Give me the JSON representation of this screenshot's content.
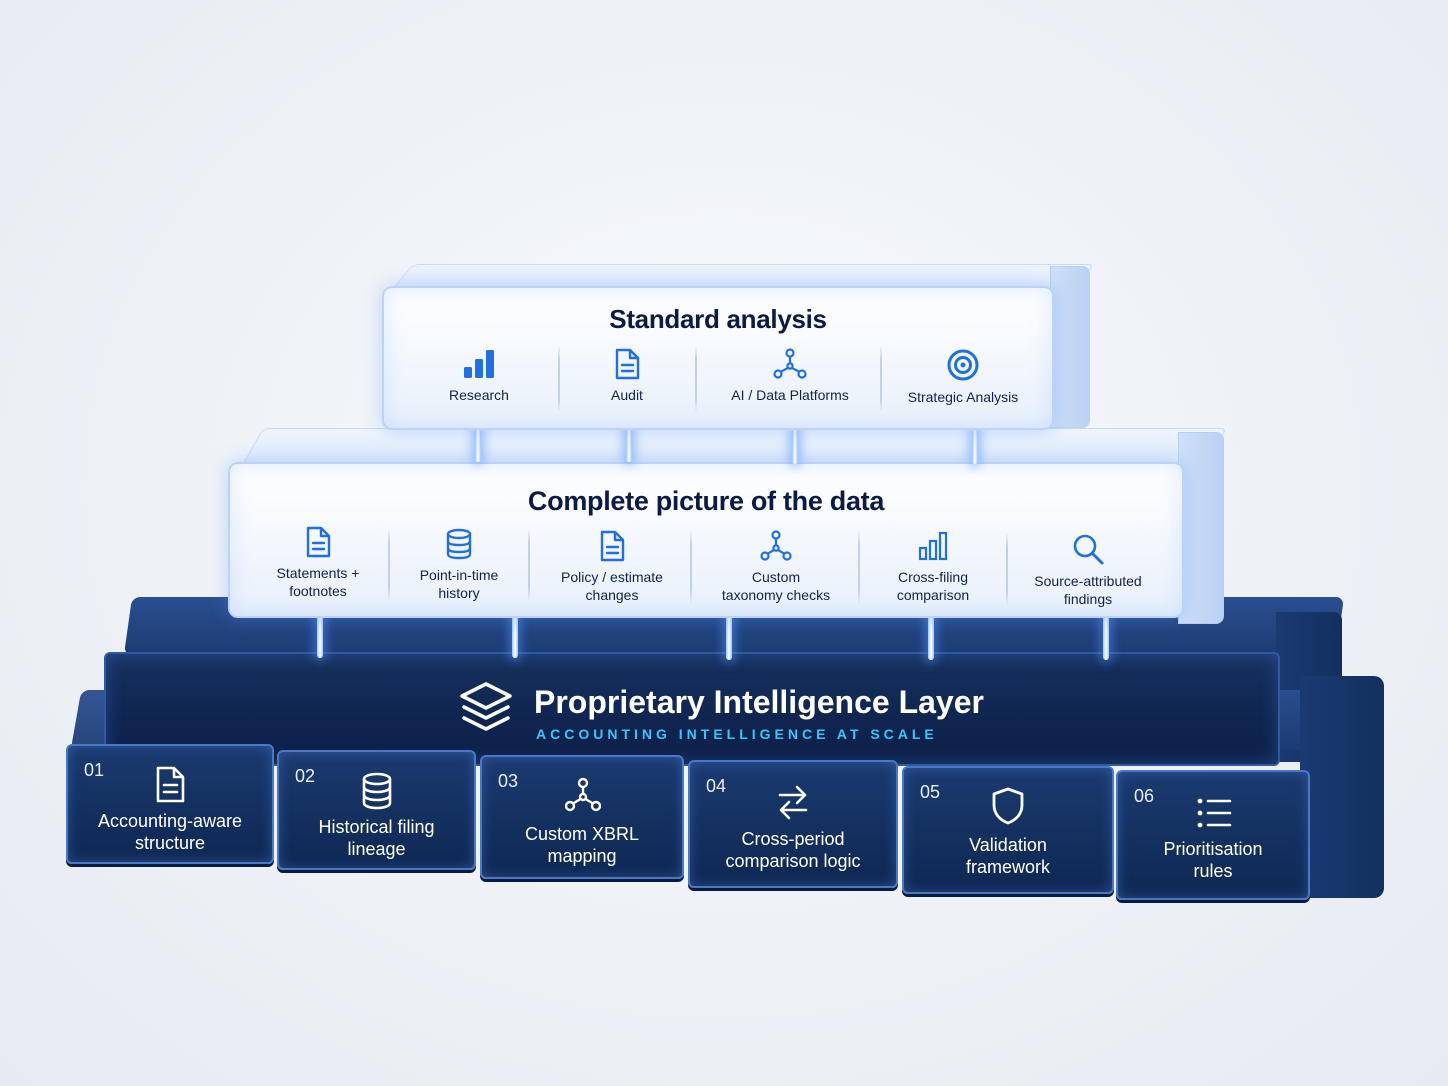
{
  "standard": {
    "title": "Standard analysis",
    "items": [
      {
        "label": "Research",
        "icon": "bar-chart-icon"
      },
      {
        "label": "Audit",
        "icon": "document-icon"
      },
      {
        "label": "AI / Data Platforms",
        "icon": "network-icon"
      },
      {
        "label": "Strategic Analysis",
        "icon": "target-icon"
      }
    ]
  },
  "complete": {
    "title": "Complete picture of the data",
    "items": [
      {
        "line1": "Statements +",
        "line2": "footnotes",
        "icon": "document-icon"
      },
      {
        "line1": "Point-in-time",
        "line2": "history",
        "icon": "database-icon"
      },
      {
        "line1": "Policy / estimate",
        "line2": "changes",
        "icon": "document-icon"
      },
      {
        "line1": "Custom",
        "line2": "taxonomy checks",
        "icon": "network-icon"
      },
      {
        "line1": "Cross-filing",
        "line2": "comparison",
        "icon": "bar-chart-icon"
      },
      {
        "line1": "Source-attributed",
        "line2": "findings",
        "icon": "search-icon"
      }
    ]
  },
  "layer": {
    "title": "Proprietary Intelligence Layer",
    "subtitle": "ACCOUNTING INTELLIGENCE AT SCALE",
    "icon": "layers-icon"
  },
  "foundation": [
    {
      "num": "01",
      "line1": "Accounting-aware",
      "line2": "structure",
      "icon": "document-icon"
    },
    {
      "num": "02",
      "line1": "Historical filing",
      "line2": "lineage",
      "icon": "database-icon"
    },
    {
      "num": "03",
      "line1": "Custom XBRL",
      "line2": "mapping",
      "icon": "network-icon"
    },
    {
      "num": "04",
      "line1": "Cross-period",
      "line2": "comparison logic",
      "icon": "swap-arrows-icon"
    },
    {
      "num": "05",
      "line1": "Validation",
      "line2": "framework",
      "icon": "shield-icon"
    },
    {
      "num": "06",
      "line1": "Prioritisation",
      "line2": "rules",
      "icon": "list-icon"
    }
  ],
  "colors": {
    "accent": "#1f6fe8",
    "title": "#0c1a48",
    "base": "#0f2550",
    "subtitle": "#35c6ff"
  }
}
